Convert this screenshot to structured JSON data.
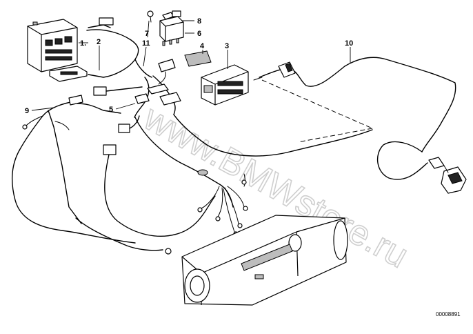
{
  "callouts": [
    {
      "id": "1",
      "label": "1."
    },
    {
      "id": "2",
      "label": "2"
    },
    {
      "id": "3",
      "label": "3"
    },
    {
      "id": "4",
      "label": "4"
    },
    {
      "id": "5",
      "label": "5"
    },
    {
      "id": "6",
      "label": "6"
    },
    {
      "id": "7",
      "label": "7"
    },
    {
      "id": "8",
      "label": "8"
    },
    {
      "id": "9",
      "label": "9"
    },
    {
      "id": "10",
      "label": "10"
    },
    {
      "id": "11",
      "label": "11"
    }
  ],
  "watermark": "www.BMWstore.ru",
  "reference_number": "00008891"
}
